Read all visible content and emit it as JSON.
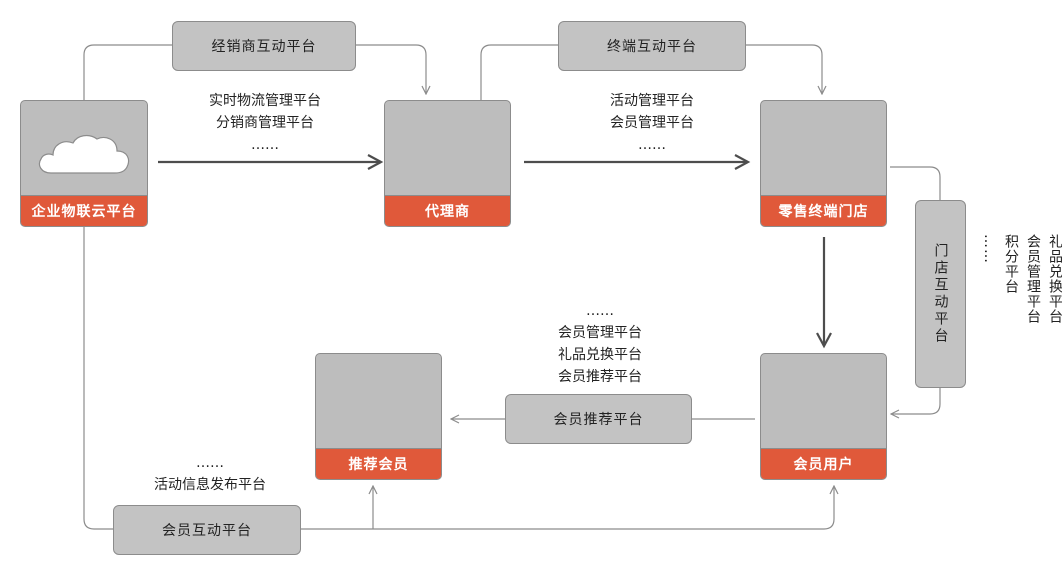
{
  "nodes": {
    "enterprise": "企业物联云平台",
    "agent": "代理商",
    "retail": "零售终端门店",
    "member": "会员用户",
    "referrer": "推荐会员"
  },
  "platforms": {
    "dealer_interaction": "经销商互动平台",
    "terminal_interaction": "终端互动平台",
    "store_interaction": "门店互动平台",
    "member_referral": "会员推荐平台",
    "member_interaction": "会员互动平台"
  },
  "notes": {
    "enterprise_to_agent": [
      "实时物流管理平台",
      "分销商管理平台",
      "……"
    ],
    "agent_to_retail": [
      "活动管理平台",
      "会员管理平台",
      "……"
    ],
    "store_side": [
      "礼品兑换平台",
      "会员管理平台",
      "积分平台",
      "……"
    ],
    "member_to_referrer": [
      "……",
      "会员管理平台",
      "礼品兑换平台",
      "会员推荐平台"
    ],
    "bottom_left": [
      "……",
      "活动信息发布平台"
    ]
  },
  "colors": {
    "node_fill": "#bdbdbd",
    "label_fill": "#e0593a",
    "pill_fill": "#c3c3c3",
    "line": "#8c8c8c",
    "arrow": "#4d4d4d"
  }
}
